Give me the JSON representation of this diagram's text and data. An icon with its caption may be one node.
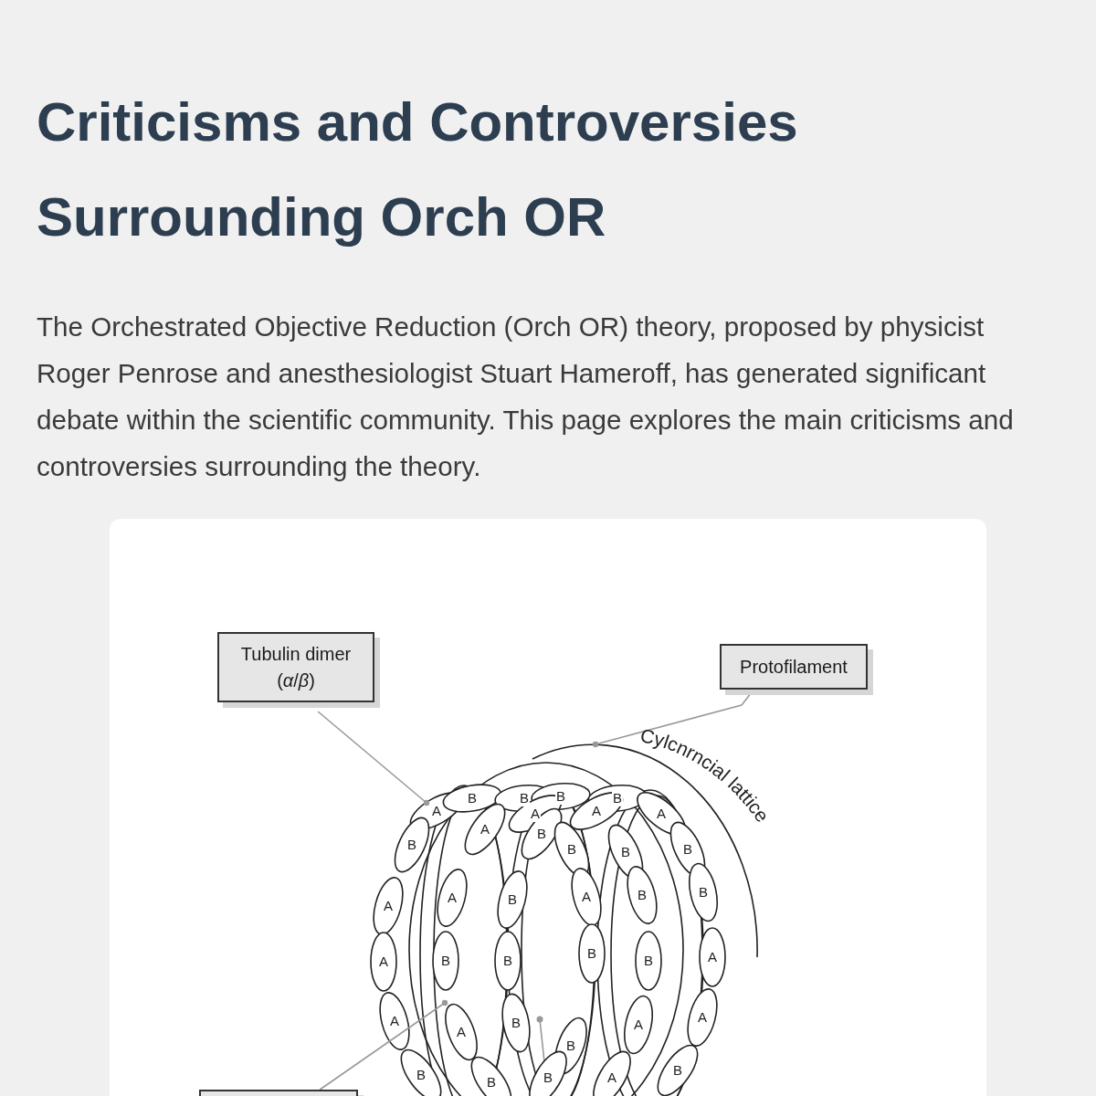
{
  "diagram": {
    "title": "Criticisms and Controversies Surrounding Orch OR",
    "nodes": [
      {
        "text": [
          "Tubulin dimer (*α*/*β*)"
        ]
      },
      {
        "text": [
          "Protofilament"
        ]
      },
      {
        "text": [],
        "shape": "box"
      },
      {
        "text": [],
        "shape": "picture"
      }
    ],
    "edges": [
      {
        "from": 0,
        "to": 3,
        "arrow": "other"
      },
      {
        "from": 1,
        "to": 3,
        "arrow": "other"
      },
      {
        "from": 2,
        "to": 3,
        "arrow": "other"
      }
    ],
    "labels": [
      "The Orchestrated Objective Reduction (Orch OR) theory, proposed by physicist Roger Penrose and anesthesiologist Stuart Hameroff, has generated significant debate within the scientific community. This page explores the main criticisms and controversies surrounding the theory.",
      "Cylcnrncial lattice",
      "A",
      "B",
      "B",
      "B",
      "B",
      "A",
      "A",
      "A",
      "B",
      "A",
      "B",
      "B",
      "B",
      "B",
      "A",
      "B",
      "A",
      "B",
      "B",
      "A",
      "A",
      "B",
      "B",
      "B",
      "B",
      "A",
      "A",
      "A",
      "B",
      "B",
      "A",
      "A",
      "B",
      "B",
      "B",
      "A",
      "B"
    ]
  }
}
